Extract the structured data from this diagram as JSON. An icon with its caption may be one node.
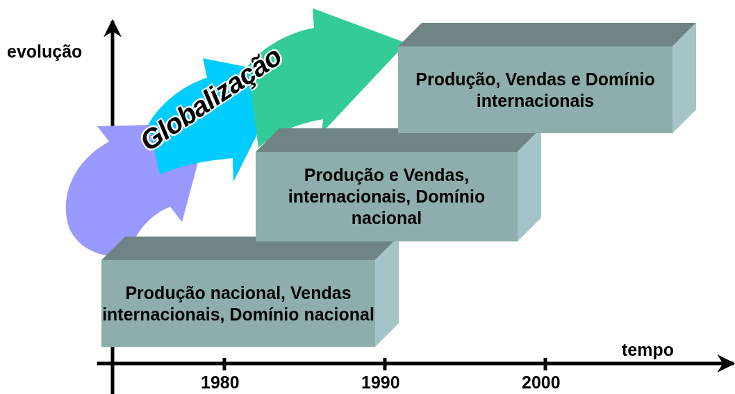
{
  "diagram": {
    "nodes": [
      {
        "text": [
          "Produção nacional, Vendas internacionais, Domínio nacional"
        ]
      },
      {
        "text": [
          "Produção e Vendas, internacionais, Domínio nacional"
        ]
      },
      {
        "text": [
          "Produção, Vendas e Domínio internacionais"
        ]
      }
    ],
    "edges": [],
    "labels": [
      "evolução",
      "Globalização",
      "tempo",
      "1980",
      "1990",
      "2000"
    ]
  }
}
